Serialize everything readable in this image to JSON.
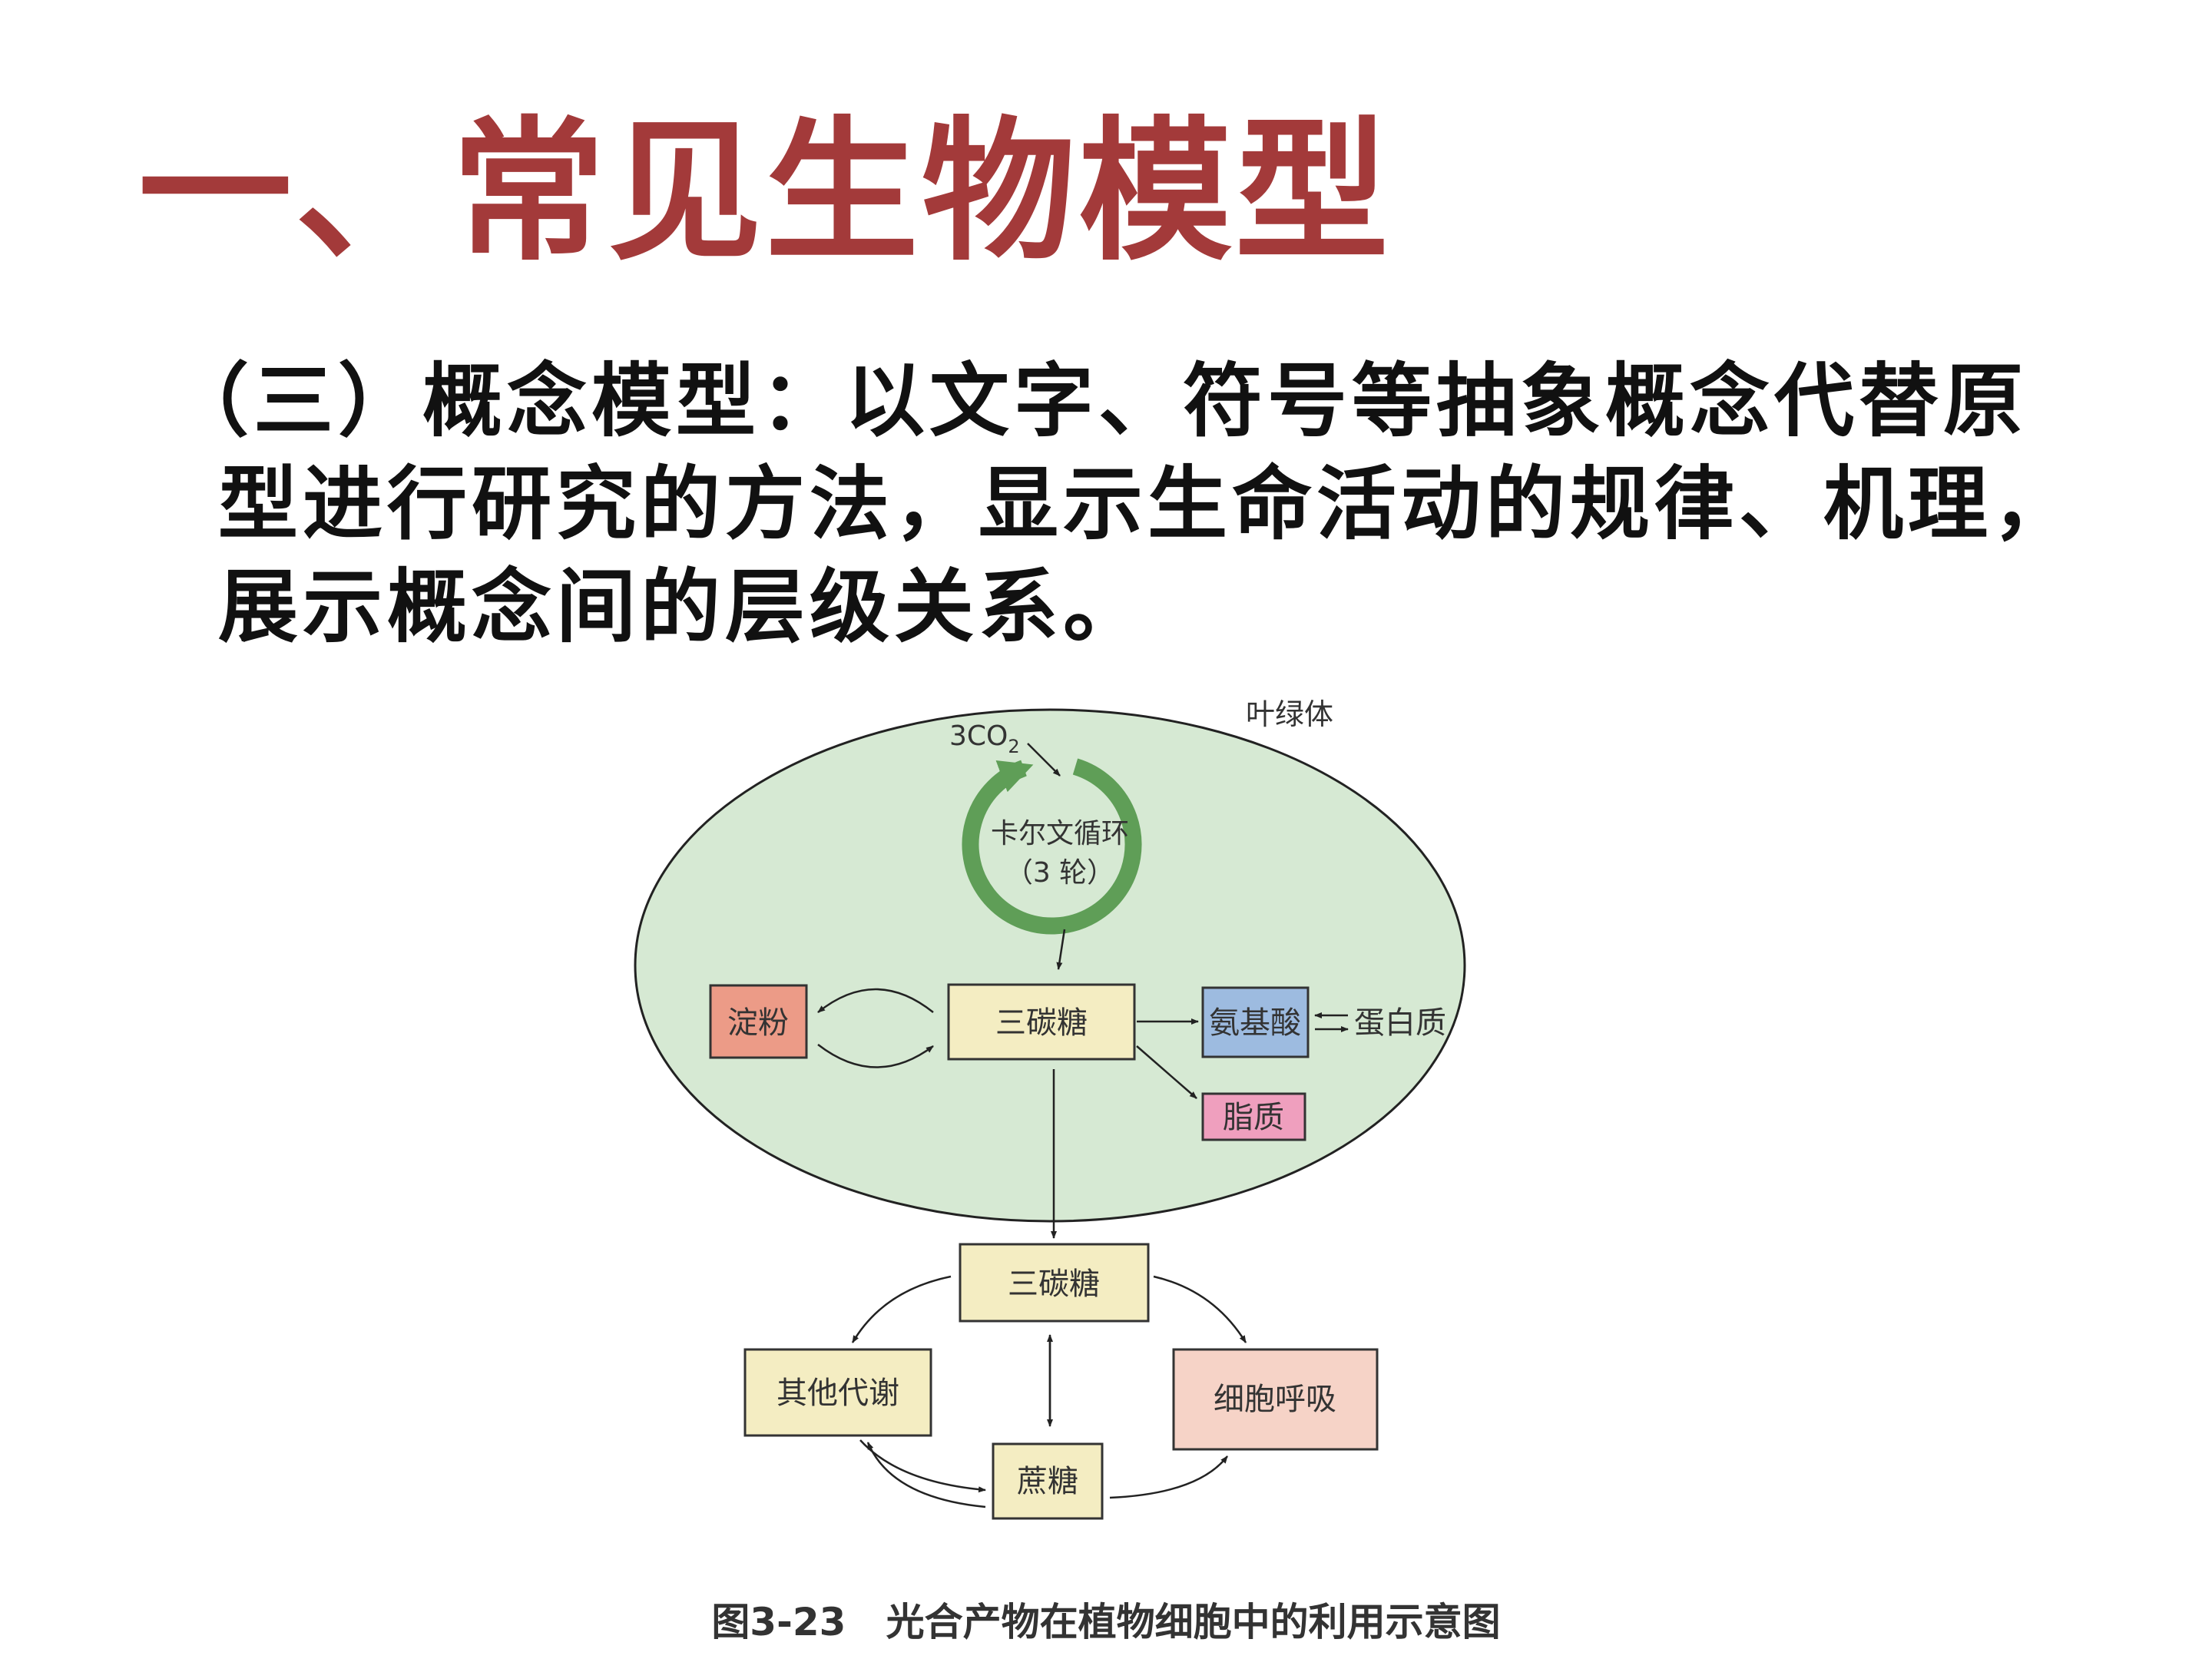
{
  "title": "一、常见生物模型",
  "description": {
    "line1": "（三）概念模型：以文字、符号等抽象概念代替原",
    "line2": "型进行研究的方法，显示生命活动的规律、机理，",
    "line3": "展示概念间的层级关系。"
  },
  "diagram": {
    "chloroplast_label": "叶绿体",
    "co2_label": "3CO",
    "co2_sub": "2",
    "cycle_name": "卡尔文循环",
    "cycle_rounds": "（3 轮）",
    "boxes": {
      "starch": "淀粉",
      "triose_chloroplast": "三碳糖",
      "amino_acid": "氨基酸",
      "protein": "蛋白质",
      "lipid": "脂质",
      "triose_cytosol": "三碳糖",
      "other_metabolism": "其他代谢",
      "respiration": "细胞呼吸",
      "sucrose": "蔗糖"
    },
    "colors": {
      "chloroplast_fill": "#d6e9d3",
      "cycle_green": "#5f9e57",
      "starch_fill": "#ec9b87",
      "triose_fill": "#f4edc2",
      "amino_fill": "#9dbbe0",
      "lipid_fill": "#ef9fbe",
      "respiration_fill": "#f6d3c7"
    }
  },
  "caption": {
    "figure_no": "图3-23",
    "text": "光合产物在植物细胞中的利用示意图"
  }
}
